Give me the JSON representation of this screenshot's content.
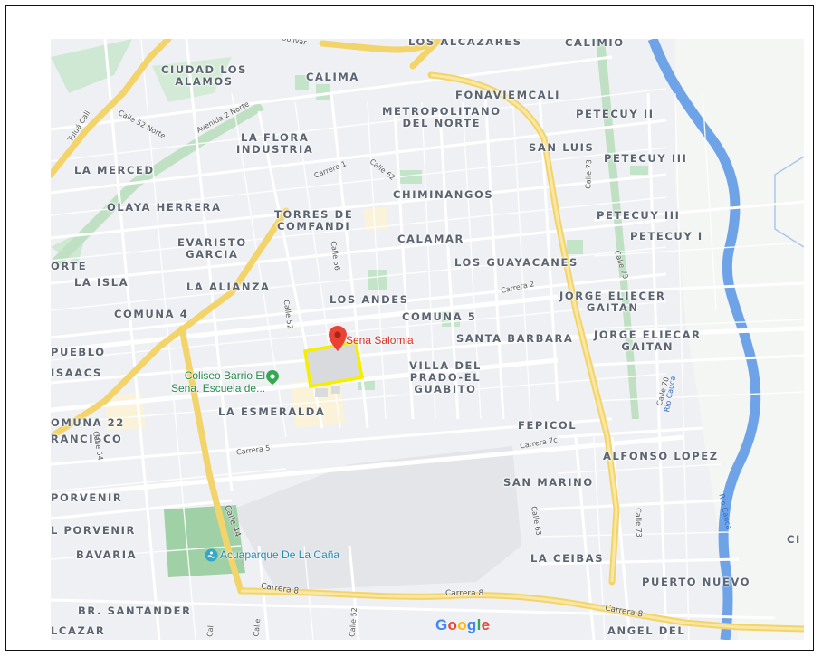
{
  "map": {
    "marker_label": "Sena Salomia",
    "poi_coliseo": "Coliseo Barrio El\nSena. Escuela de...",
    "poi_acuaparque": "Acuaparque De La Caña",
    "river_label": "Río Cauca",
    "logo": "Google",
    "neighborhoods": {
      "alcazares": "LOS ALCAZARES",
      "calimio": "CALIMIO",
      "ciudad_alamos": "CIUDAD LOS\nALAMOS",
      "calima": "CALIMA",
      "fonaviemcali": "FONAVIEMCALI",
      "metropolitano": "METROPOLITANO\nDEL NORTE",
      "petecuy_ii": "PETECUY II",
      "flora": "LA FLORA\nINDUSTRIA",
      "san_luis": "SAN LUIS",
      "petecuy_iii_top": "PETECUY III",
      "la_merced": "LA MERCED",
      "chiminangos": "CHIMINANGOS",
      "olaya": "OLAYA HERRERA",
      "torres": "TORRES DE\nCOMFANDI",
      "petecuy_iii": "PETECUY III",
      "petecuy_i": "PETECUY I",
      "evaristo": "EVARISTO\nGARCIA",
      "calamar": "CALAMAR",
      "orte": "ORTE",
      "guayacanes": "LOS GUAYACANES",
      "la_isla": "LA ISLA",
      "alianza": "LA ALIANZA",
      "jorge_eliecer_small": "JORGE ELIECER\nGAITAN",
      "los_andes": "LOS ANDES",
      "comuna_4": "COMUNA 4",
      "comuna_5": "COMUNA 5",
      "santa_barbara": "SANTA BARBARA",
      "jorge_eliecar": "JORGE ELIECAR\nGAITAN",
      "pueblo": "PUEBLO",
      "isaacs": "ISAACS",
      "villa_prado": "VILLA DEL\nPRADO-EL\nGUABITO",
      "la_esmeralda": "LA ESMERALDA",
      "comuna_22": "OMUNA 22",
      "rancisco": "RANCISCO",
      "fepicol": "FEPICOL",
      "alfonso_lopez": "ALFONSO LOPEZ",
      "porvenir": "PORVENIR",
      "san_marino": "SAN MARINO",
      "el_porvenir": "L PORVENIR",
      "bavaria": "BAVARIA",
      "ci": "CI",
      "las_ceibas": "LA CEIBAS",
      "puerto_nuevo": "PUERTO NUEVO",
      "santander": "BR. SANTANDER",
      "alcazar": "LCAZAR",
      "angel_del": "ANGEL DEL"
    },
    "streets": {
      "bolivar": "Bolivar",
      "calle52n": "Calle 52 Norte",
      "av2n": "Avenida 2 Norte",
      "tulua": "Tuluá Cali",
      "carrera1": "Carrera 1",
      "calle62": "Calle 62",
      "calle73a": "Calle 73",
      "calle56": "Calle 56",
      "calle73b": "Calle 73",
      "carrera2": "Carrera 2",
      "calle52": "Calle 52",
      "calle70": "Calle 70",
      "carrera7c": "Carrera 7c",
      "calle54": "Calle 54",
      "carrera5": "Carrera 5",
      "calle63": "Calle 63",
      "calle73c": "Calle 73",
      "calle44": "Calle 44",
      "carrera8a": "Carrera 8",
      "carrera8b": "Carrera 8",
      "carrera8c": "Carrera 8",
      "calle52b": "Calle 52",
      "calle_x": "Cal",
      "calle_y": "Calle"
    }
  }
}
